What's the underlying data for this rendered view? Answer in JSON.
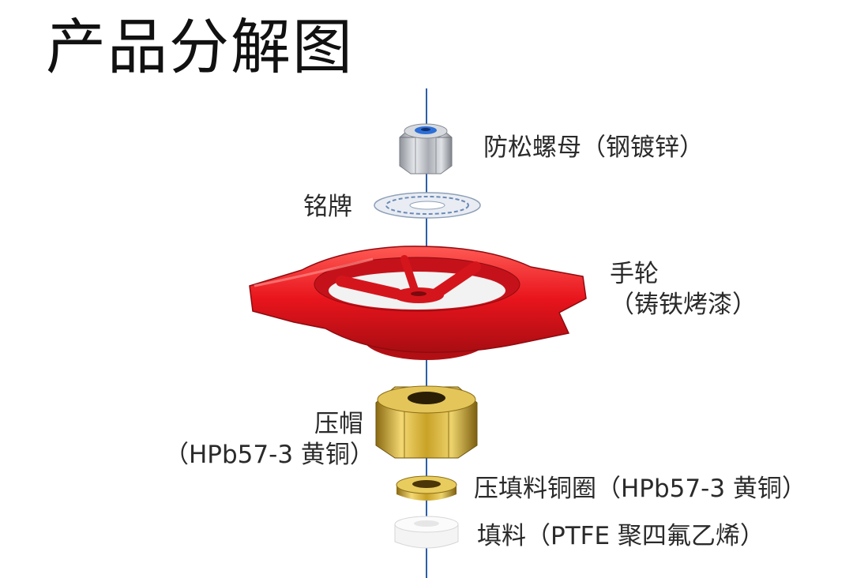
{
  "title": "产品分解图",
  "colors": {
    "axis": "#2c5fa8",
    "handwheel": "#e8141c",
    "brass": "#c9a227",
    "ptfe": "#f4f4f4",
    "nut_steel": "#b8bcc2",
    "nut_insert": "#2d6fd6"
  },
  "parts": [
    {
      "id": "nut",
      "label": "防松螺母（钢镀锌）"
    },
    {
      "id": "nameplate",
      "label": "铭牌"
    },
    {
      "id": "handwheel",
      "label_line1": "手轮",
      "label_line2": "（铸铁烤漆）"
    },
    {
      "id": "gland",
      "label_line1": "压帽",
      "label_line2": "（HPb57-3 黄铜）"
    },
    {
      "id": "packing_ring",
      "label": "压填料铜圈（HPb57-3 黄铜）"
    },
    {
      "id": "packing",
      "label": "填料（PTFE 聚四氟乙烯）"
    }
  ]
}
